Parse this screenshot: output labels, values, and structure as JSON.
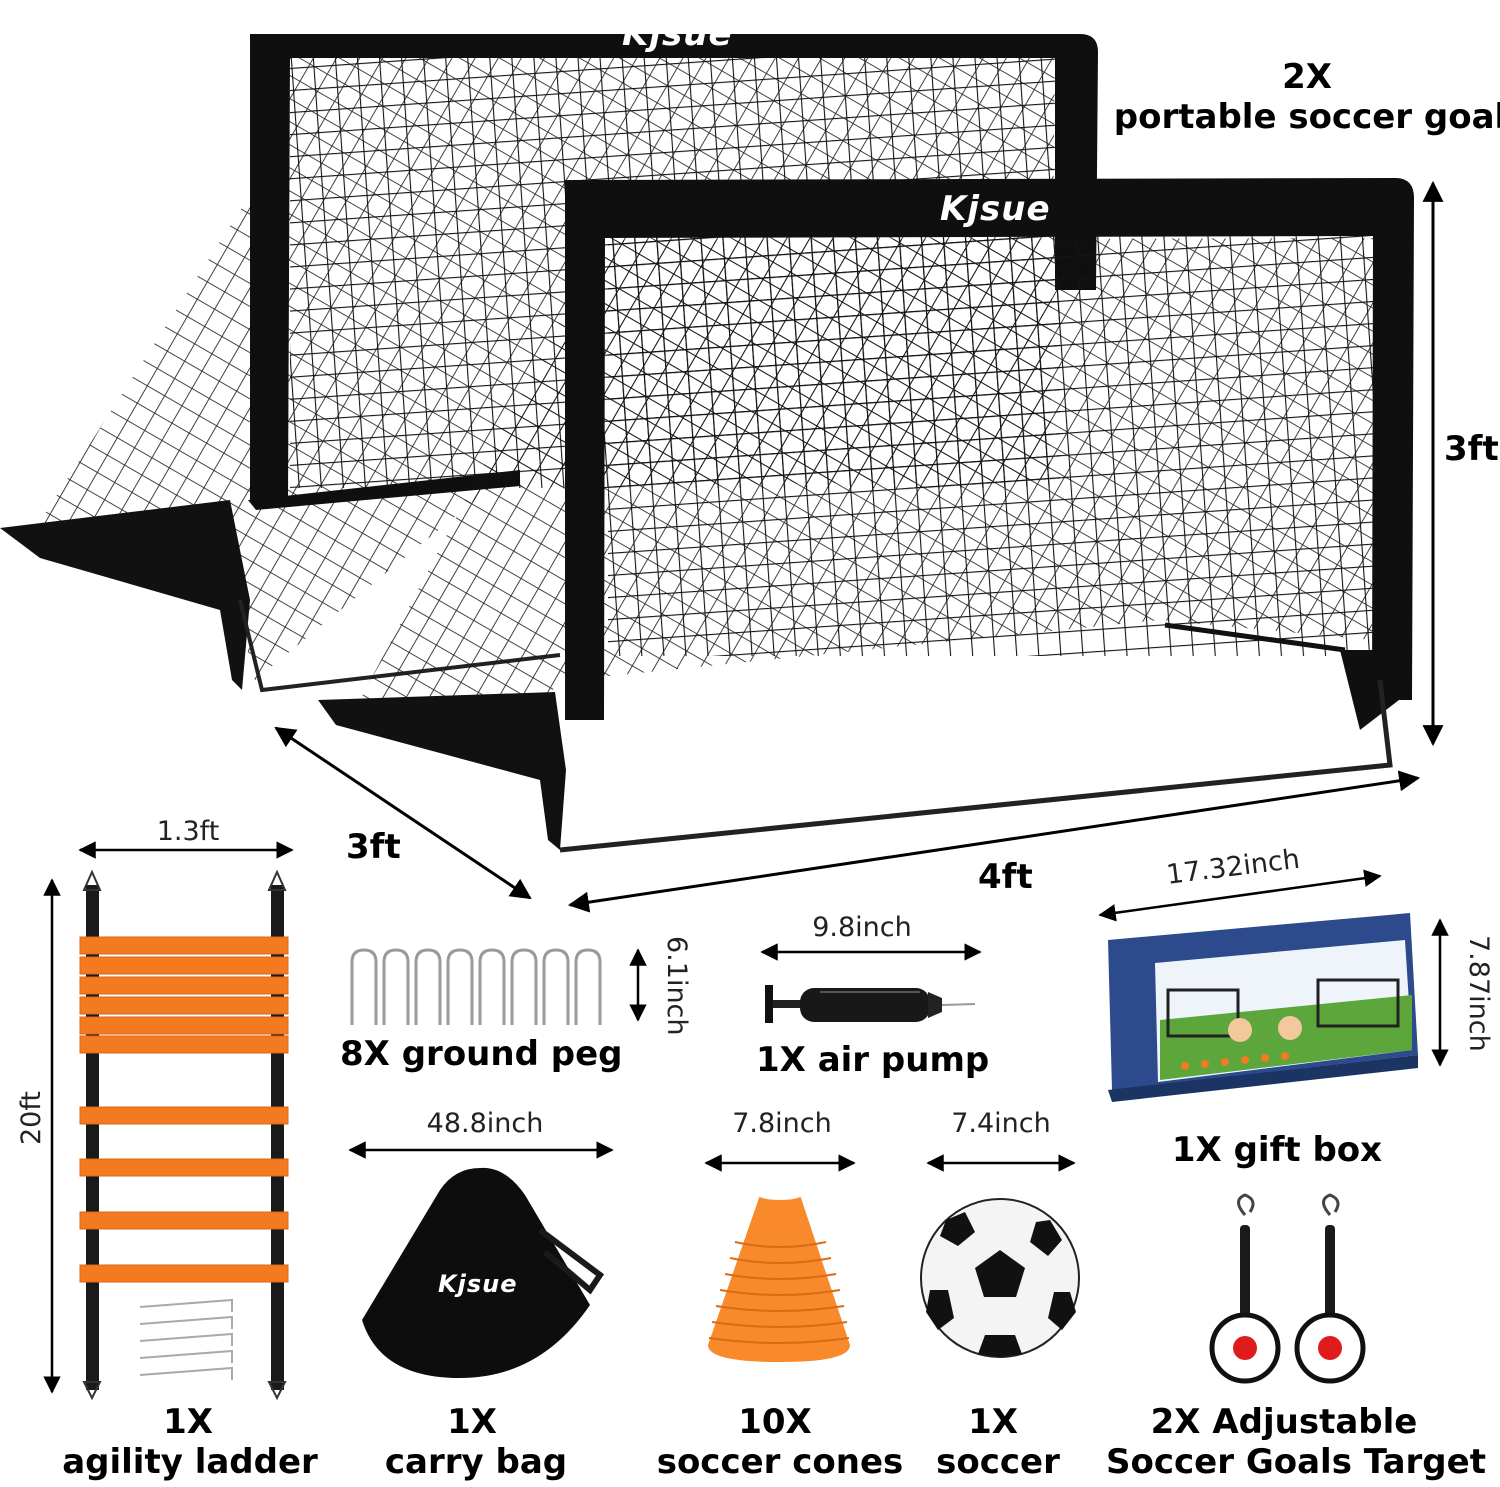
{
  "brand": "Kjsue",
  "colors": {
    "frame": "#0f0f0f",
    "net": "#141414",
    "accent_orange": "#f47a20",
    "cone_orange": "#f98a2c",
    "target_red": "#e01b1b",
    "background": "#ffffff"
  },
  "goals": {
    "quantity_label": "2X",
    "name_label": "portable soccer goal",
    "height_label": "3ft",
    "depth_label": "3ft",
    "width_label": "4ft"
  },
  "ladder": {
    "width_label": "1.3ft",
    "length_label": "20ft",
    "quantity_label": "1X",
    "name_label": "agility ladder"
  },
  "pegs": {
    "size_label": "6.1inch",
    "caption": "8X ground peg"
  },
  "pump": {
    "size_label": "9.8inch",
    "caption": "1X air pump"
  },
  "gift_box": {
    "width_label": "17.32inch",
    "height_label": "7.87inch",
    "caption": "1X gift box"
  },
  "bag": {
    "size_label": "48.8inch",
    "quantity_label": "1X",
    "name_label": "carry bag"
  },
  "cones": {
    "size_label": "7.8inch",
    "quantity_label": "10X",
    "name_label": "soccer cones"
  },
  "ball": {
    "size_label": "7.4inch",
    "quantity_label": "1X",
    "name_label": "soccer"
  },
  "targets": {
    "line1": "2X Adjustable",
    "line2": "Soccer Goals Target"
  }
}
